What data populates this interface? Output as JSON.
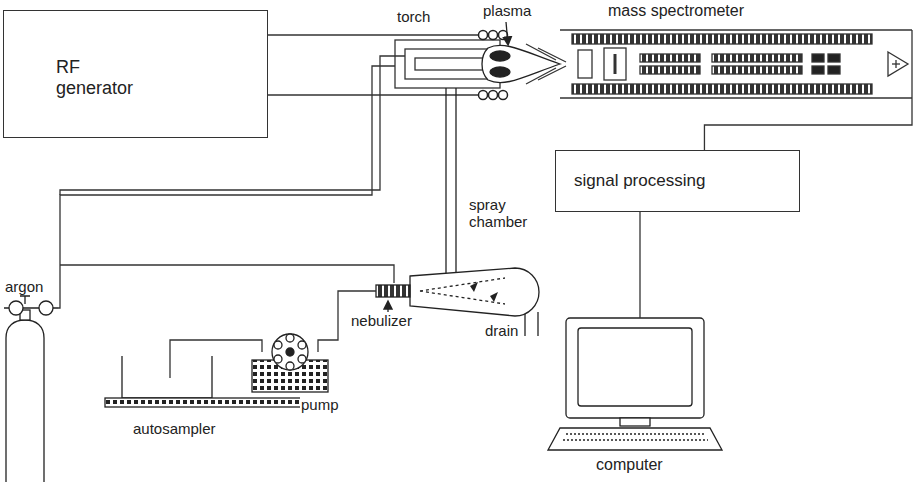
{
  "diagram": {
    "nodes": [
      {
        "text": [
          "RF generator"
        ]
      },
      {
        "text": [
          "mass spectrometer"
        ]
      },
      {
        "text": [
          "signal processing"
        ]
      },
      {
        "text": [
          "computer"
        ]
      }
    ],
    "edges": [
      {
        "from": 1,
        "to": 2,
        "arrow": "none"
      },
      {
        "from": 2,
        "to": 3,
        "arrow": "none"
      }
    ],
    "labels": [
      "torch",
      "plasma",
      "spray chamber",
      "nebulizer",
      "drain",
      "argon",
      "pump",
      "autosampler"
    ]
  }
}
